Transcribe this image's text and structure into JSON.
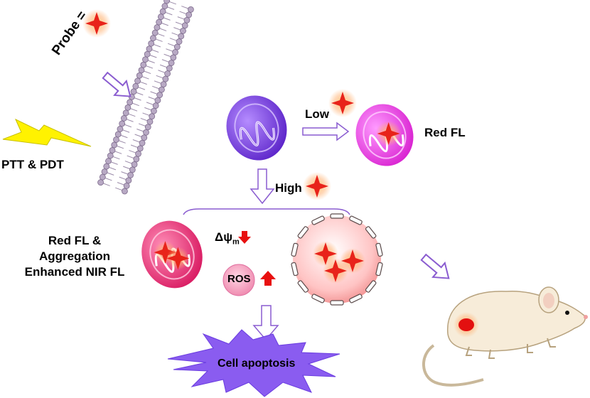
{
  "labels": {
    "probe": "Probe =",
    "ptt_pdt": "PTT & PDT",
    "low": "Low",
    "red_fl": "Red FL",
    "high": "High",
    "red_fl_agg_1": "Red FL &",
    "red_fl_agg_2": "Aggregation",
    "red_fl_agg_3": "Enhanced NIR FL",
    "delta_psi": "Δψ",
    "delta_psi_sub": "m",
    "ros": "ROS",
    "apoptosis": "Cell apoptosis"
  },
  "icons": [
    "star-probe-icon",
    "lightning-icon",
    "membrane-icon",
    "mitochondrion-icon",
    "down-arrow-icon",
    "up-arrow-icon",
    "cell-icon",
    "mouse-icon",
    "starburst-icon"
  ],
  "colors": {
    "probe_star": "#e8231a",
    "lightning": "#fff200",
    "mito_purple": "#7a3fe0",
    "mito_magenta": "#e845e0",
    "mito_pink": "#e8307a",
    "ros": "#f29ab8",
    "arrow_red": "#e81010",
    "starburst": "#8a5cf0",
    "mouse_body": "#f7ecd9",
    "tumor": "#e31010"
  }
}
